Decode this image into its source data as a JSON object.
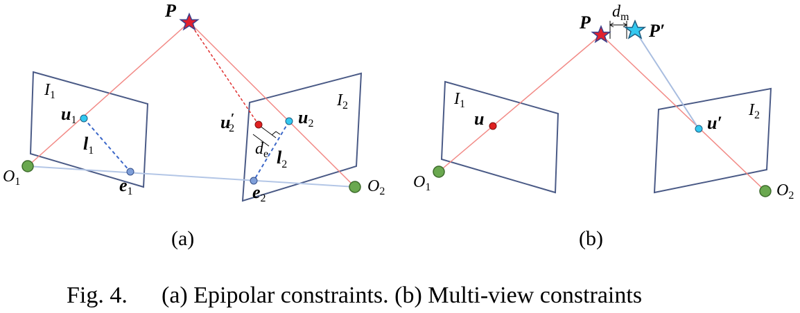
{
  "colors": {
    "plane": "#4a5a86",
    "ray": "#f28a86",
    "ray_dashed": "#e03030",
    "baseline": "#b3c6e6",
    "epipolar_line": "#3a66c8",
    "camera_center": "#6aa84f",
    "image_point": "#33c8f0",
    "reprojected_point": "#e02020",
    "epipole": "#7f9fd9",
    "star_P": "#e0202e",
    "star_P_prime": "#33c8f0"
  },
  "panel_a": {
    "label": "(a)",
    "P": "P",
    "I1": "I",
    "I1_sub": "1",
    "I2": "I",
    "I2_sub": "2",
    "u1": "u",
    "u1_sub": "1",
    "u2": "u",
    "u2_sub": "2",
    "u2p": "u",
    "u2p_mark": "′",
    "u2p_sub": "2",
    "l1": "l",
    "l1_sub": "1",
    "l2": "l",
    "l2_sub": "2",
    "e1": "e",
    "e1_sub": "1",
    "e2": "e",
    "e2_sub": "2",
    "de": "d",
    "de_sub": "e",
    "O1": "O",
    "O1_sub": "1",
    "O2": "O",
    "O2_sub": "2"
  },
  "panel_b": {
    "label": "(b)",
    "P": "P",
    "Pp": "P′",
    "dm": "d",
    "dm_sub": "m",
    "I1": "I",
    "I1_sub": "1",
    "I2": "I",
    "I2_sub": "2",
    "u": "u",
    "up": "u′",
    "O1": "O",
    "O1_sub": "1",
    "O2": "O",
    "O2_sub": "2"
  },
  "caption": {
    "prefix": "Fig. 4.",
    "text": "(a) Epipolar constraints. (b) Multi-view constraints"
  }
}
